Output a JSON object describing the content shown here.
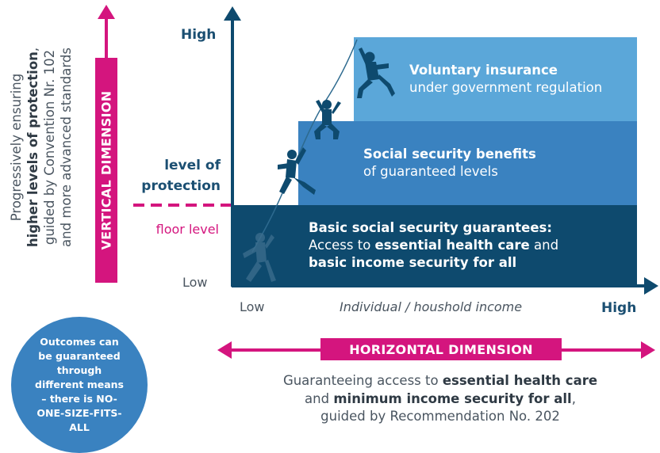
{
  "left_text": {
    "line1": "Progressively ensuring",
    "line2_bold": "higher levels of protection",
    "line2_rest": ",",
    "line3": "guided by Convention Nr. 102",
    "line4": "and more advanced standards"
  },
  "vertical_dimension": {
    "label": "VERTICAL DIMENSION"
  },
  "axes": {
    "y_high": "High",
    "y_low": "Low",
    "y_title_line1": "level of",
    "y_title_line2": "protection",
    "floor_level": "floor level",
    "x_low": "Low",
    "x_title": "Individual / houshold income",
    "x_high": "High"
  },
  "bands": {
    "voluntary": {
      "title": "Voluntary insurance",
      "subtitle": "under government regulation"
    },
    "social": {
      "title": "Social security benefits",
      "subtitle": "of guaranteed levels"
    },
    "basic": {
      "title": "Basic social security guarantees:",
      "line2_pre": "Access to ",
      "line2_bold": "essential health care",
      "line2_post": " and",
      "line3_bold": "basic income security for all"
    }
  },
  "circle": {
    "text": "Outcomes can be guaranteed through different means – there is NO-ONE-SIZE-FITS-ALL"
  },
  "horizontal_dimension": {
    "label": "HORIZONTAL DIMENSION",
    "line1_pre": "Guaranteeing access to ",
    "line1_bold": "essential health care",
    "line2_pre": "and ",
    "line2_bold": "minimum income security for all",
    "line2_post": ",",
    "line3": "guided by Recommendation No. 202"
  },
  "colors": {
    "magenta": "#d4157e",
    "navy": "#0e4a6e",
    "band_mid": "#3a82c0",
    "band_light": "#5ba7d9",
    "axis": "#0e4a6e"
  }
}
